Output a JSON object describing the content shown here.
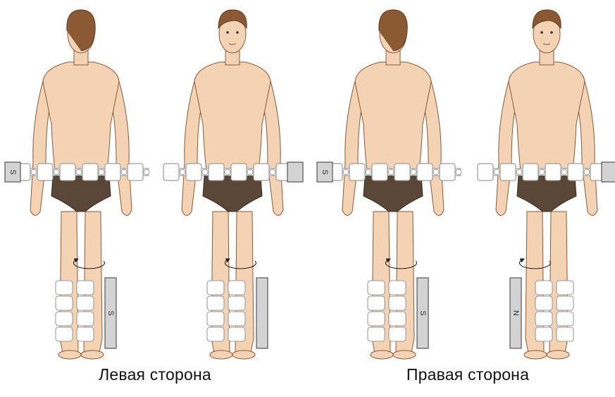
{
  "captions": {
    "left": "Левая сторона",
    "right": "Правая сторона"
  },
  "figures": [
    {
      "view": "back",
      "group": "left",
      "waist_pole": "S",
      "leg_pole": "S",
      "leg_side": "right"
    },
    {
      "view": "front",
      "group": "left",
      "waist_pole": "",
      "leg_pole": "",
      "leg_side": "right"
    },
    {
      "view": "back",
      "group": "right",
      "waist_pole": "S",
      "leg_pole": "S",
      "leg_side": "right"
    },
    {
      "view": "front",
      "group": "right",
      "waist_pole": "",
      "leg_pole": "N",
      "leg_side": "left"
    }
  ],
  "colors": {
    "skin": "#f4d2b4",
    "skin_line": "#8a5a3a",
    "hair": "#8b5a34",
    "hair_dark": "#5e3a1e",
    "briefs": "#5a4737",
    "magnet_fill": "#ffffff",
    "magnet_line": "#9a9a9a",
    "plate_fill": "#d3d3d3",
    "plate_line": "#555555"
  },
  "icons": [
    "rotation-arrow-icon"
  ]
}
